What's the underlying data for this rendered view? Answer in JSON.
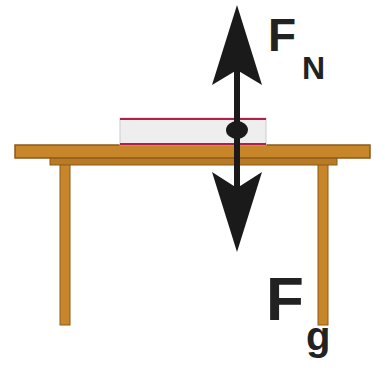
{
  "diagram": {
    "labels": [
      "F",
      "N",
      "F",
      "g"
    ]
  }
}
